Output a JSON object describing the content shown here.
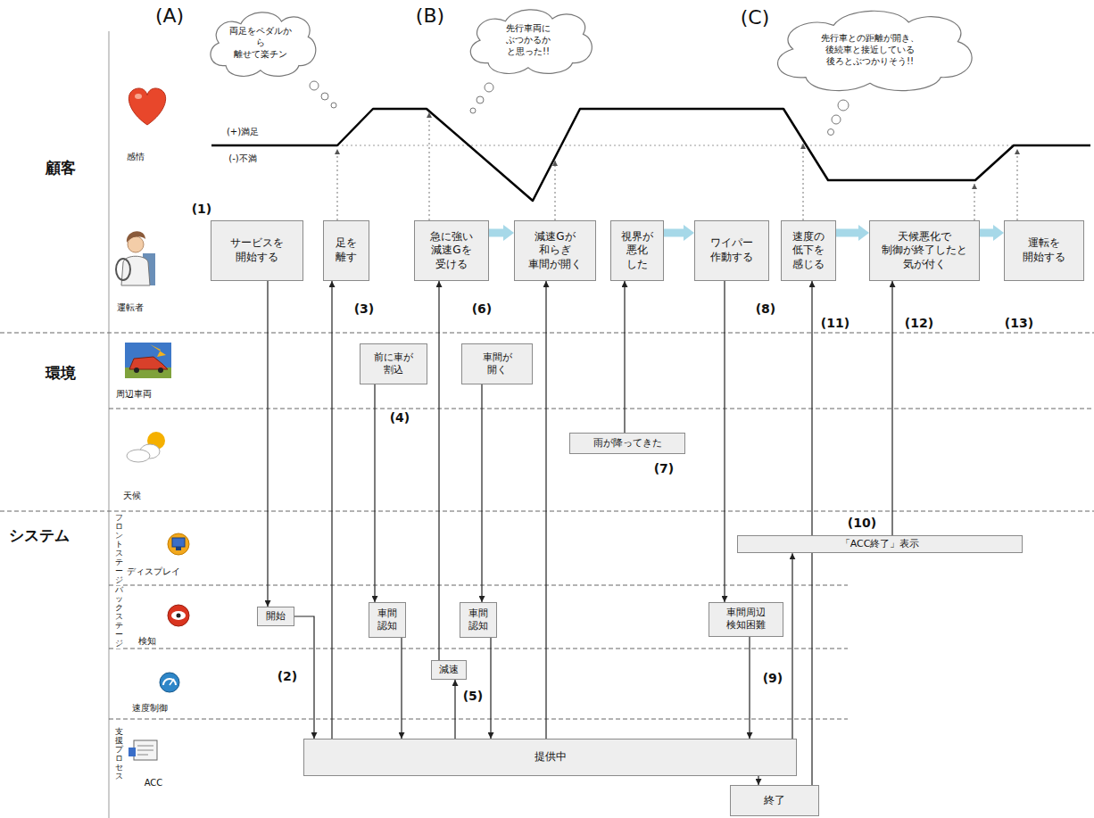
{
  "diagram": {
    "nodes": [
      {
        "text": [
          "両足をペダルか ら 離せて楽チン"
        ]
      },
      {
        "text": [
          "先行車両に ぶつかるか と思った!!"
        ]
      },
      {
        "text": [
          "先行車との距離が開き、 後続車と接近している 後ろとぶつかりそう!!"
        ]
      },
      {
        "text": [
          "サービスを 開始する"
        ]
      },
      {
        "text": [
          "足を 離す"
        ]
      },
      {
        "text": [
          "急に強い 減速Gを 受ける"
        ]
      },
      {
        "text": [
          "減速Gが 和らぎ 車間が開く"
        ]
      },
      {
        "text": [
          "視界が 悪化 した"
        ]
      },
      {
        "text": [
          "ワイパー 作動する"
        ]
      },
      {
        "text": [
          "速度の 低下を 感じる"
        ]
      },
      {
        "text": [
          "天候悪化で 制御が終了したと 気が付く"
        ]
      },
      {
        "text": [
          "運転を 開始する"
        ]
      },
      {
        "text": [
          "前に車が 割込"
        ]
      },
      {
        "text": [
          "車間が 開く"
        ]
      },
      {
        "text": [
          "雨が降ってきた"
        ]
      },
      {
        "text": [
          "「ACC終了」表示"
        ]
      },
      {
        "text": [
          "開始"
        ]
      },
      {
        "text": [
          "車間 認知"
        ]
      },
      {
        "text": [
          "車間 認知"
        ]
      },
      {
        "text": [
          "車間周辺 検知困難"
        ]
      },
      {
        "text": [
          "減速"
        ]
      },
      {
        "text": [
          "提供中"
        ]
      },
      {
        "text": [
          "終了"
        ]
      }
    ],
    "edges": [
      {
        "from": 3,
        "to": 16,
        "arrow": "to"
      },
      {
        "from": 16,
        "to": 21,
        "arrow": "to"
      },
      {
        "from": 21,
        "to": 4,
        "arrow": "to"
      },
      {
        "from": 12,
        "to": 17,
        "arrow": "to"
      },
      {
        "from": 17,
        "to": 21,
        "arrow": "to"
      },
      {
        "from": 21,
        "to": 20,
        "arrow": "to"
      },
      {
        "from": 20,
        "to": 5,
        "arrow": "to"
      },
      {
        "from": 13,
        "to": 18,
        "arrow": "to"
      },
      {
        "from": 18,
        "to": 21,
        "arrow": "to"
      },
      {
        "from": 21,
        "to": 6,
        "arrow": "to"
      },
      {
        "from": 14,
        "to": 7,
        "arrow": "to"
      },
      {
        "from": 8,
        "to": 19,
        "arrow": "to"
      },
      {
        "from": 19,
        "to": 21,
        "arrow": "to"
      },
      {
        "from": 21,
        "to": 15,
        "arrow": "to"
      },
      {
        "from": 21,
        "to": 22,
        "arrow": "to"
      },
      {
        "from": 22,
        "to": 9,
        "arrow": "to"
      },
      {
        "from": 15,
        "to": 10,
        "arrow": "to"
      },
      {
        "from": 5,
        "to": 6,
        "arrow": "to"
      },
      {
        "from": 7,
        "to": 8,
        "arrow": "to"
      },
      {
        "from": 9,
        "to": 10,
        "arrow": "to"
      },
      {
        "from": 10,
        "to": 11,
        "arrow": "to"
      }
    ],
    "labels": [
      "(A)",
      "(B)",
      "(C)",
      "顧客",
      "感情",
      "(+)満足",
      "(-)不満",
      "運転者",
      "環境",
      "周辺車両",
      "天候",
      "システム",
      "フロントステージ",
      "ディスプレイ",
      "バックステージ",
      "検知",
      "速度制御",
      "支援プロセス",
      "ACC",
      "(1)",
      "(2)",
      "(3)",
      "(4)",
      "(5)",
      "(6)",
      "(7)",
      "(8)",
      "(9)",
      "(10)",
      "(11)",
      "(12)",
      "(13)"
    ]
  }
}
